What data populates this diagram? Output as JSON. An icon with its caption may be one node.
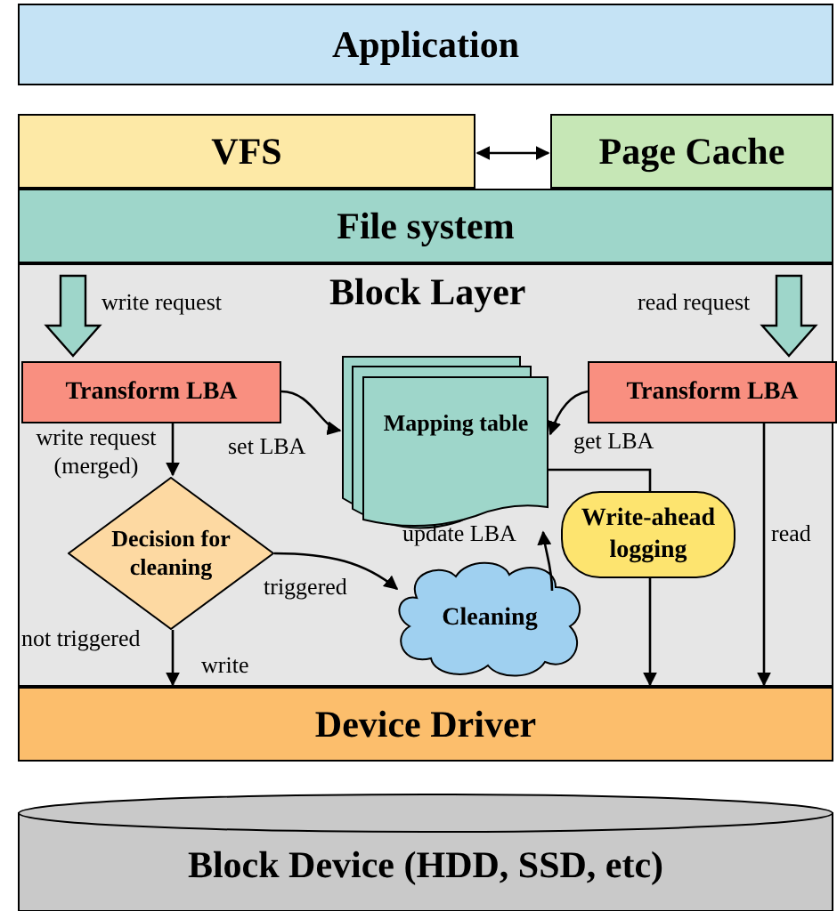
{
  "diagram": {
    "nodes": [
      {
        "text": [
          "Application"
        ]
      },
      {
        "text": [
          "VFS"
        ]
      },
      {
        "text": [
          "Page Cache"
        ]
      },
      {
        "text": [
          "File system"
        ]
      },
      {
        "text": [
          "Block Layer"
        ]
      },
      {
        "text": [
          "Transform LBA"
        ],
        "in": 4
      },
      {
        "text": [
          "Mapping table"
        ],
        "in": 4
      },
      {
        "text": [
          "Transform LBA"
        ],
        "in": 4
      },
      {
        "text": [
          "Decision for cleaning"
        ],
        "in": 4
      },
      {
        "text": [
          "Cleaning"
        ],
        "in": 4
      },
      {
        "text": [
          "Write-ahead logging"
        ],
        "in": 4
      },
      {
        "text": [
          "Device Driver"
        ]
      },
      {
        "text": [
          "Block Device (HDD, SSD, etc)"
        ]
      }
    ],
    "edges": [
      {
        "from": 1,
        "to": 2,
        "arrow": "both"
      },
      {
        "from": null,
        "to": 5,
        "arrow": "to",
        "label": "write request",
        "style": "thick"
      },
      {
        "from": null,
        "to": 7,
        "arrow": "to",
        "label": "read request",
        "style": "thick"
      },
      {
        "from": 5,
        "to": 6,
        "arrow": "to",
        "label": "set LBA"
      },
      {
        "from": 7,
        "to": 6,
        "arrow": "to",
        "label": "get LBA"
      },
      {
        "from": 5,
        "to": 8,
        "arrow": "to",
        "label": "write request (merged)"
      },
      {
        "from": 8,
        "to": 9,
        "arrow": "to",
        "label": "triggered"
      },
      {
        "from": 8,
        "to": 11,
        "arrow": "to",
        "label": "not triggered"
      },
      {
        "from": 9,
        "to": 6,
        "arrow": "to",
        "label": "update LBA"
      },
      {
        "from": 6,
        "to": 10,
        "arrow": "none"
      },
      {
        "from": 10,
        "to": 11,
        "arrow": "to"
      },
      {
        "from": 7,
        "to": 11,
        "arrow": "to",
        "label": "read"
      }
    ],
    "labels": [
      "write"
    ]
  }
}
